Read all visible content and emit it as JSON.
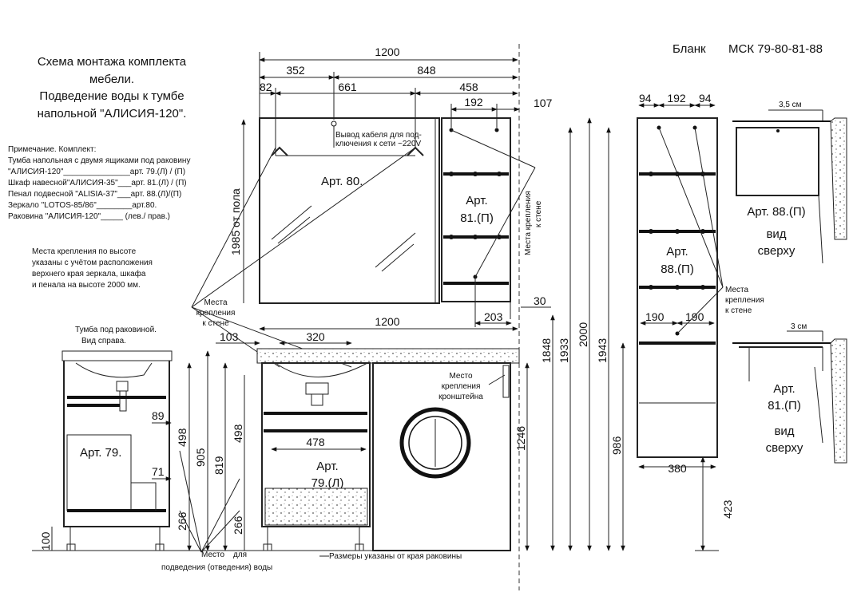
{
  "header": {
    "title_lines": [
      "Схема монтажа комплекта",
      "мебели.",
      "Подведение воды к тумбе",
      "напольной    \"АЛИСИЯ-120\"."
    ],
    "blank_label": "Бланк",
    "blank_code": "МСК 79-80-81-88"
  },
  "notes": {
    "head": "Примечание.   Комплект:",
    "items": [
      "Тумба напольная с двумя ящиками под раковину",
      "\"АЛИСИЯ-120\"_______________арт. 79.(Л) / (П)",
      "Шкаф навесной\"АЛИСИЯ-35\"___арт. 81.(Л) / (П)",
      "Пенал подвесной \"ALISIA-37\"___арт. 88.(Л)/(П)",
      "Зеркало \"LOTOS-85/86\"________арт.80.",
      "Раковина   \"АЛИСИЯ-120\"_____ (лев./ прав.)"
    ],
    "mount_lines": [
      "Места крепления по высоте",
      "указаны с учётом расположения",
      "верхнего края зеркала, шкафа",
      "и пенала на высоте  2000 мм."
    ]
  },
  "side_view": {
    "caption": [
      "Тумба под раковиной.",
      "Вид  справа."
    ],
    "label": "Арт. 79.",
    "dims": {
      "d89": "89",
      "d71": "71",
      "d100": "100",
      "d498": "498",
      "d905": "905",
      "d266": "266"
    }
  },
  "front": {
    "dims": {
      "w1200_top": "1200",
      "w352": "352",
      "w848": "848",
      "w82": "82",
      "w661": "661",
      "w458": "458",
      "w192": "192",
      "w107": "107",
      "h1985": "1985 от пола",
      "w30": "30",
      "w203": "203",
      "w1200_mid": "1200",
      "w103": "103",
      "w320": "320",
      "w478": "478",
      "h819": "819",
      "h498": "498",
      "h266": "266",
      "h1246": "1246",
      "h1848": "1848",
      "h1933": "1933",
      "h2000": "2000",
      "h1943": "1943"
    },
    "cable_note": [
      "Вывод кабеля для под-",
      "ключения к сети ~220V"
    ],
    "mirror_label": "Арт. 80.",
    "cabinet_label": [
      "Арт.",
      "81.(П)"
    ],
    "mount_wall_vertical": [
      "Места крепления",
      "к стене"
    ],
    "mount_wall_left": [
      "Места",
      "крепления",
      "к стене"
    ],
    "cabinet79_label": [
      "Арт.",
      "79.(Л)"
    ],
    "bracket_note": [
      "Место",
      "крепления",
      "кронштейна"
    ],
    "water_note_part1": "Место",
    "water_note_part2": "для",
    "water_note_line2": "подведения (отведения) воды",
    "size_note": "Размеры указаны от края раковины"
  },
  "pencil": {
    "dims": {
      "w94a": "94",
      "w192": "192",
      "w94b": "94",
      "w190a": "190",
      "w190b": "190",
      "w380": "380",
      "h986": "986",
      "h423": "423"
    },
    "label": [
      "Арт.",
      "88.(П)"
    ],
    "mount_note": [
      "Места",
      "крепления",
      "к стене"
    ]
  },
  "top_views": {
    "v88": {
      "dim": "3,5 см",
      "label": "Арт. 88.(П)",
      "caption": [
        "вид",
        "сверху"
      ]
    },
    "v81": {
      "dim": "3 см",
      "label": [
        "Арт.",
        "81.(П)"
      ],
      "caption": [
        "вид",
        "сверху"
      ]
    }
  }
}
